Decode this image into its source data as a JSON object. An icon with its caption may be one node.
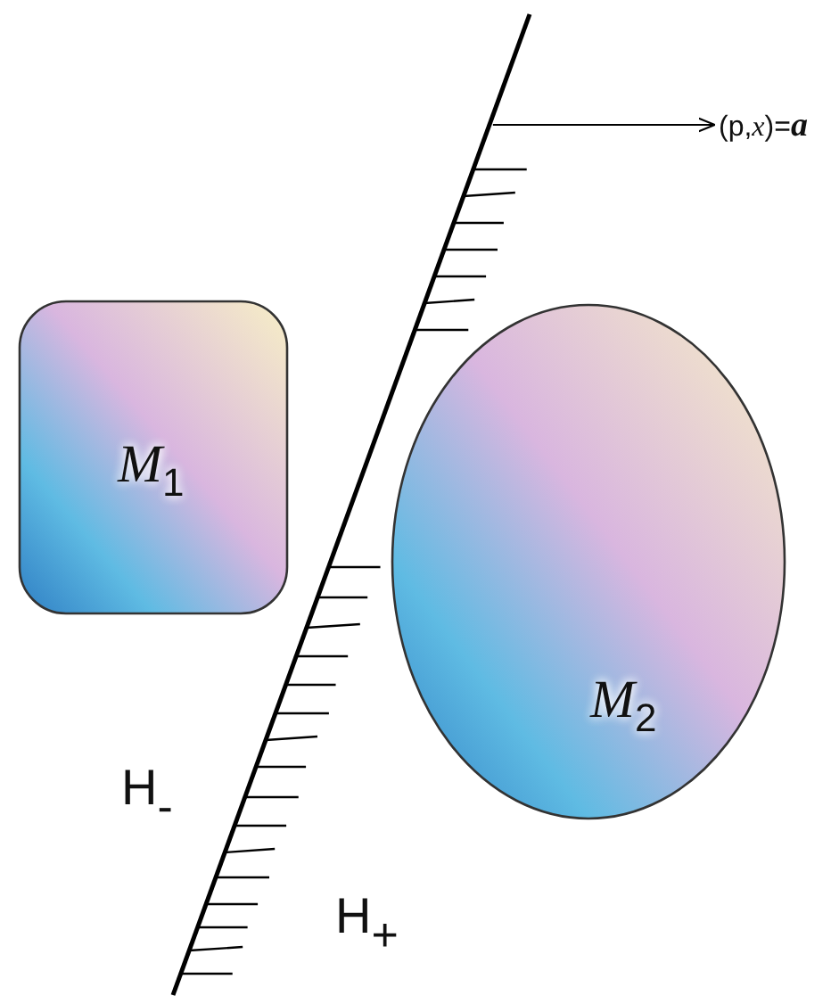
{
  "diagram": {
    "nodes": [
      {
        "text": [
          "*M*$_{1}$"
        ]
      },
      {
        "text": [
          "*M*$_{2}$"
        ]
      },
      {
        "text": [],
        "shape": "line"
      },
      {
        "text": [
          "(p,*x*)=**a**"
        ]
      }
    ],
    "edges": [
      {
        "from": 2,
        "to": 3,
        "arrow": "to"
      }
    ],
    "labels": [
      "H$_{-}$",
      "H$_{+}$"
    ]
  }
}
